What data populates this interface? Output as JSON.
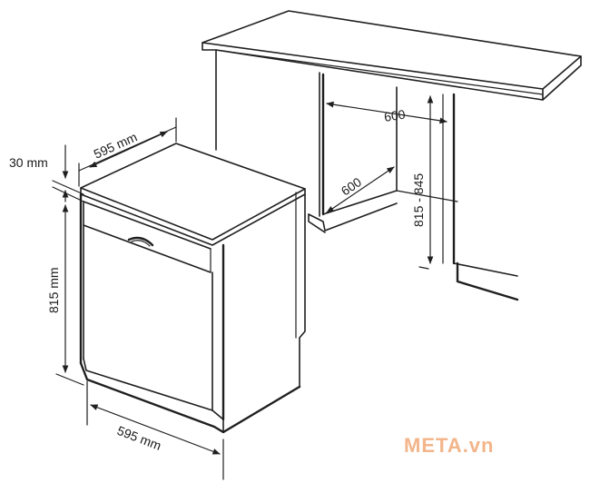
{
  "diagram": {
    "dimensions": {
      "panel_thickness": "30 mm",
      "depth": "595 mm",
      "height": "815 mm",
      "width": "595 mm",
      "niche_width": "600",
      "niche_depth": "600",
      "niche_height": "815 - 845"
    },
    "watermark": "META.vn"
  }
}
